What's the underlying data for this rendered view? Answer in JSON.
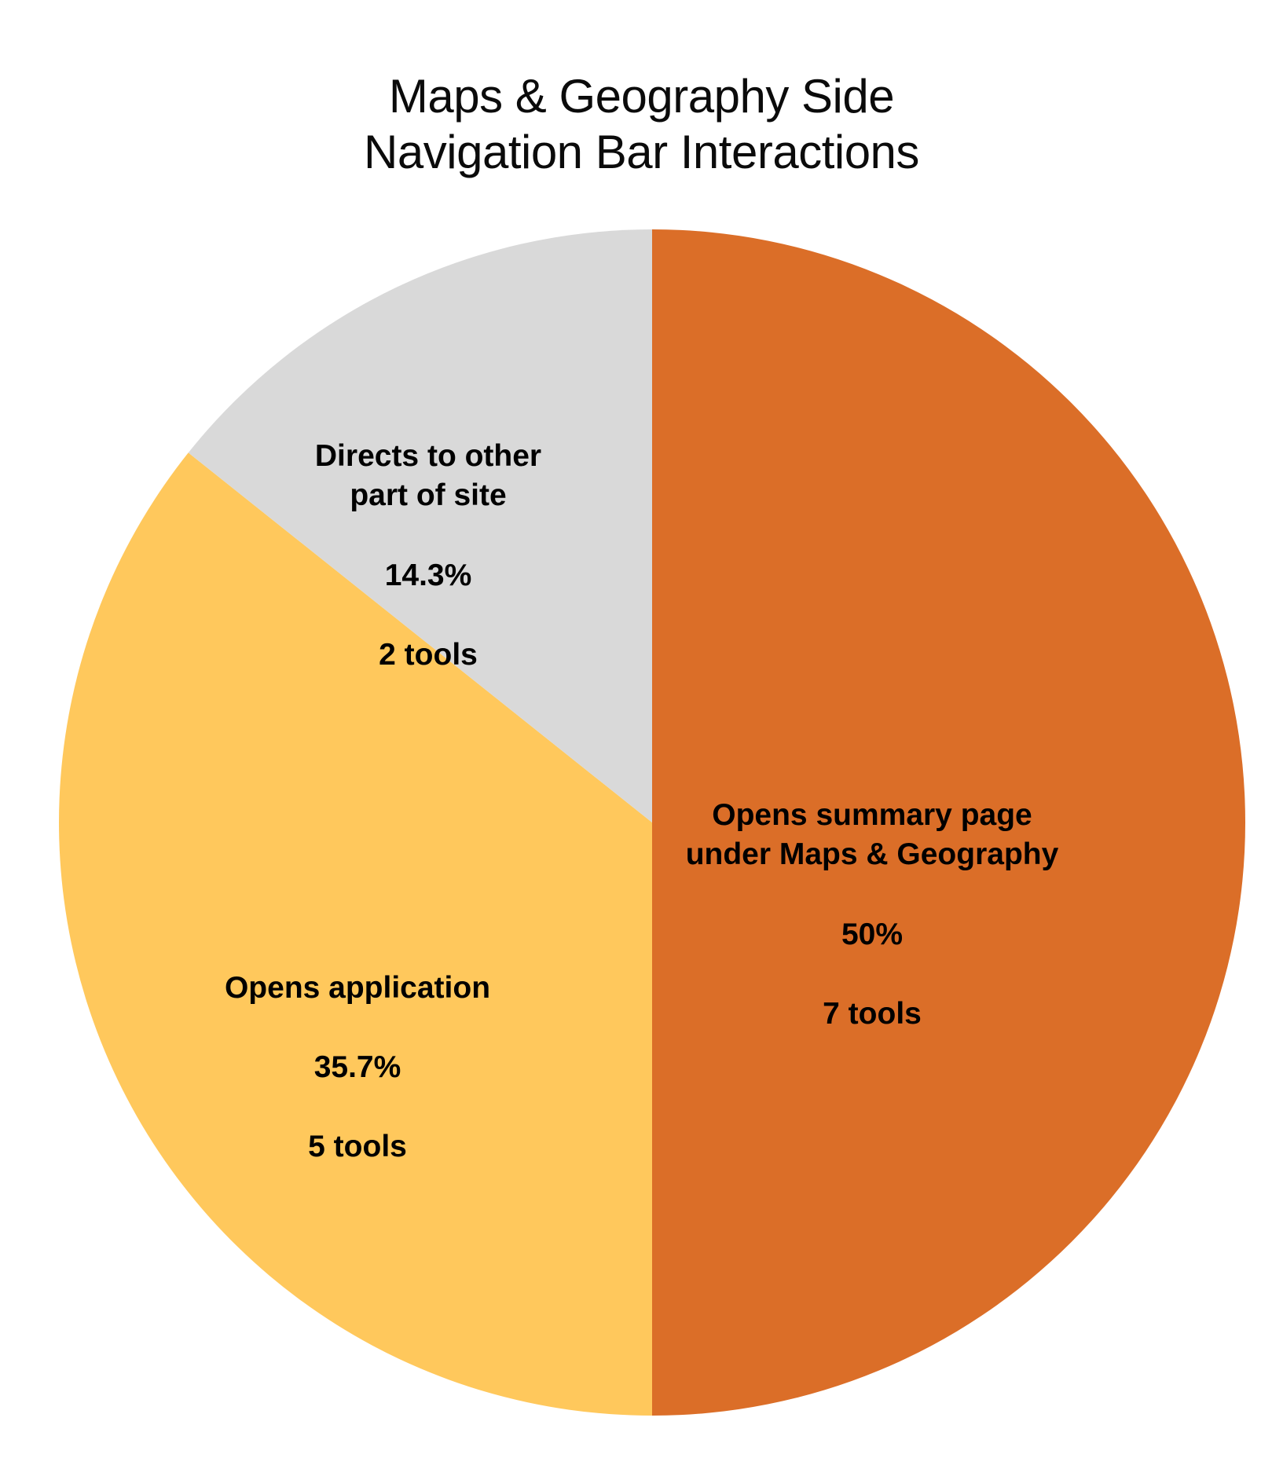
{
  "chart_data": {
    "type": "pie",
    "title": "Maps & Geography Side Navigation Bar Interactions",
    "title_lines": [
      "Maps & Geography Side",
      "Navigation Bar Interactions"
    ],
    "categories": [
      "Opens summary page under Maps & Geography",
      "Opens application",
      "Directs to other part of site"
    ],
    "values": [
      7,
      5,
      2
    ],
    "percentages": [
      50,
      35.7,
      14.3
    ],
    "total": 14,
    "unit": "tools",
    "legend": "none",
    "grid": false,
    "start_angle_deg": 0,
    "direction": "clockwise",
    "colors": [
      "#DB6E28",
      "#FFC85C",
      "#D9D9D9"
    ],
    "background": "#FFFFFF",
    "label_color": "#000000",
    "slices": [
      {
        "name": "Opens summary page under Maps & Geography",
        "name_lines": "Opens summary page\nunder Maps & Geography",
        "percent_label": "50%",
        "count_label": "7 tools",
        "value": 7,
        "percent": 50,
        "color": "#DB6E28"
      },
      {
        "name": "Opens application",
        "name_lines": "Opens application",
        "percent_label": "35.7%",
        "count_label": "5 tools",
        "value": 5,
        "percent": 35.7,
        "color": "#FFC85C"
      },
      {
        "name": "Directs to other part of site",
        "name_lines": "Directs to other\npart of site",
        "percent_label": "14.3%",
        "count_label": "2 tools",
        "value": 2,
        "percent": 14.3,
        "color": "#D9D9D9"
      }
    ]
  }
}
